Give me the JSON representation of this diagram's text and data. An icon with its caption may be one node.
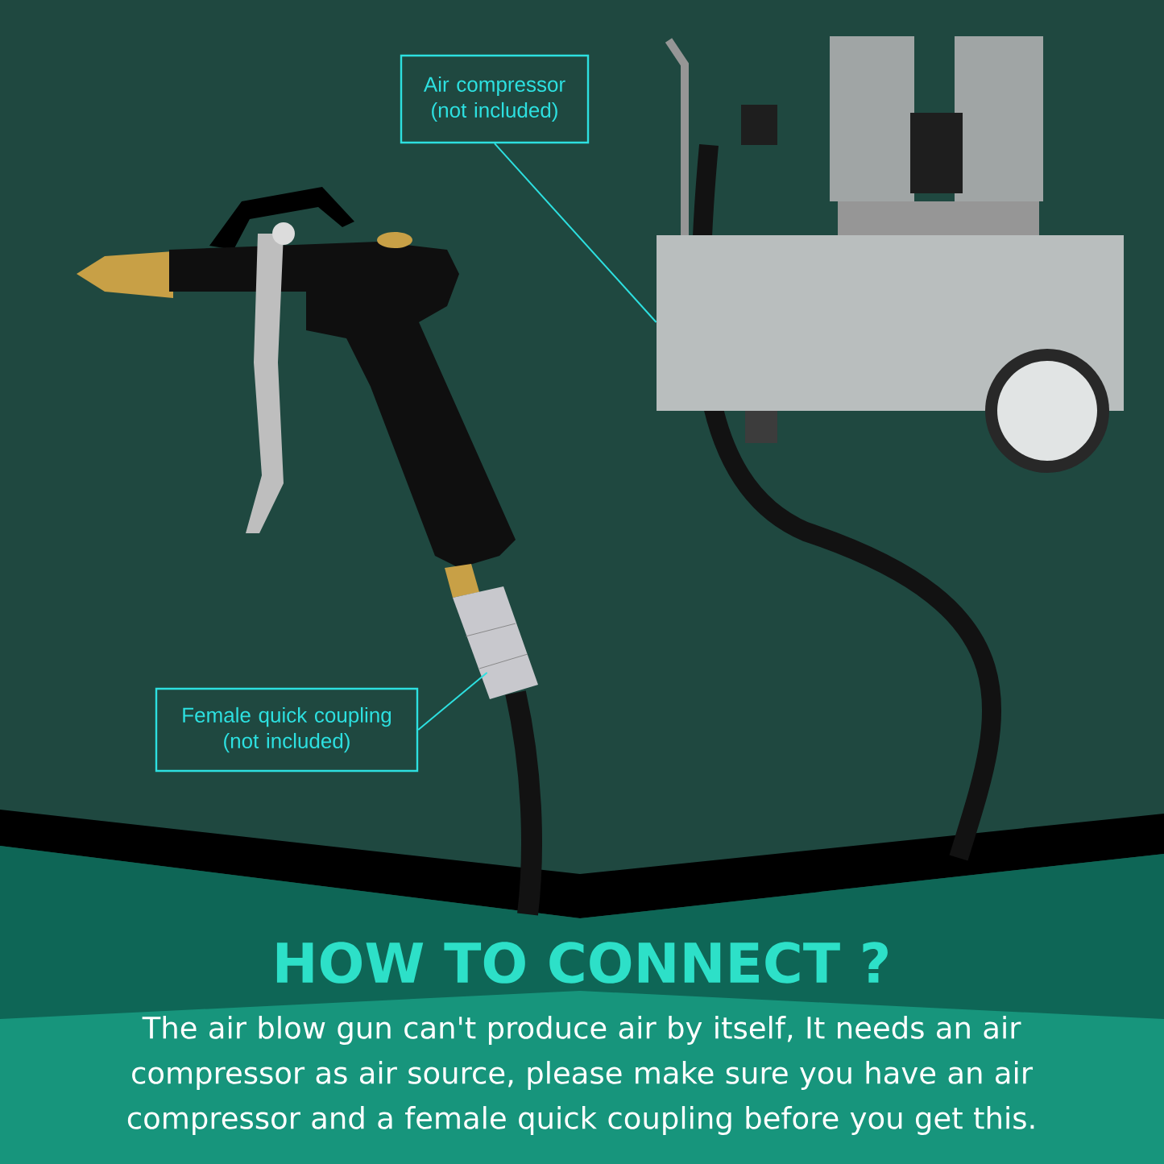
{
  "diagram": {
    "title": "HOW TO CONNECT ?",
    "nodes": [
      {
        "text": [
          "Air compressor (not included)"
        ]
      },
      {
        "text": [],
        "shape": "picture"
      },
      {
        "text": [
          "Female quick coupling (not included)"
        ]
      },
      {
        "text": [],
        "shape": "picture"
      }
    ],
    "edges": [
      {
        "from": 0,
        "to": 1,
        "arrow": "none"
      },
      {
        "from": 2,
        "to": 3,
        "arrow": "none"
      }
    ],
    "labels": [
      "The air blow gun can't produce air by itself, It needs an air compressor as air source, please make sure you have an air compressor and a female quick coupling before you get this."
    ]
  }
}
